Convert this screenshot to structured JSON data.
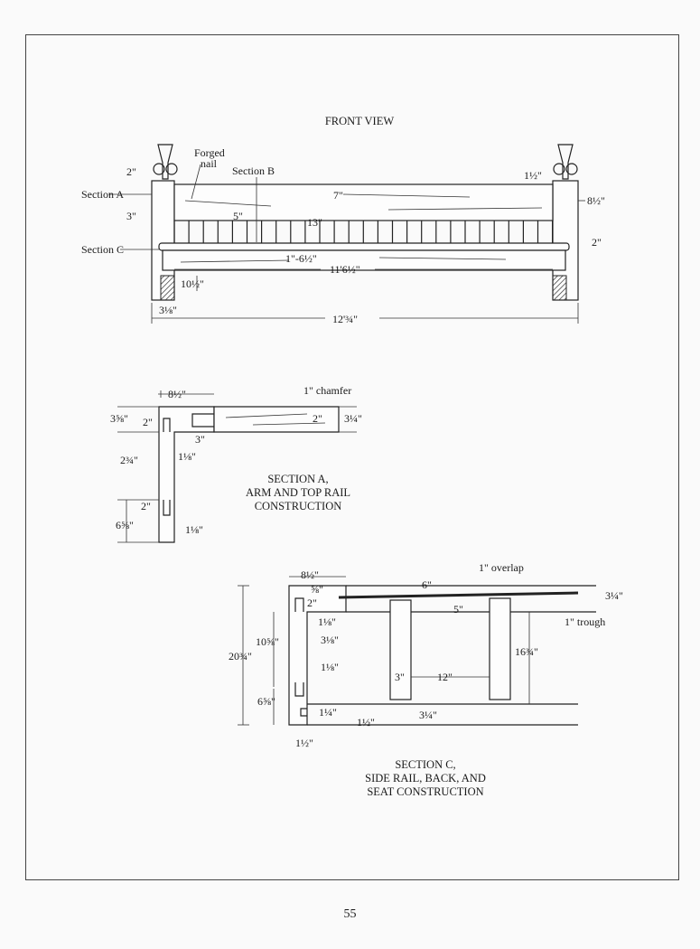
{
  "page_number": "55",
  "front_view": {
    "title": "FRONT VIEW",
    "labels": {
      "forged_nail_1": "Forged",
      "forged_nail_2": "nail",
      "section_b": "Section B",
      "section_a": "Section A",
      "section_c": "Section C",
      "d_2_top": "2\"",
      "d_3": "3\"",
      "d_7": "7\"",
      "d_5": "5\"",
      "d_13": "13\"",
      "d_1_6half": "1\"-6½\"",
      "d_11_6half": "11'6½\"",
      "d_10half": "10½\"",
      "d_3_1_8": "3⅛\"",
      "d_12_3_4": "12'¾\"",
      "d_1half": "1½\"",
      "d_8half": "8½\"",
      "d_2_right": "2\""
    }
  },
  "section_a": {
    "title_1": "SECTION A,",
    "title_2": "ARM AND TOP RAIL",
    "title_3": "CONSTRUCTION",
    "labels": {
      "d_8half": "8½\"",
      "chamfer": "1\" chamfer",
      "d_3_5_8": "3⅝\"",
      "d_2_top": "2\"",
      "d_2_rail": "2\"",
      "d_3_1_4": "3¼\"",
      "d_3": "3\"",
      "d_1_1_8_top": "1⅛\"",
      "d_2_3_4": "2¾\"",
      "d_2_bottom": "2\"",
      "d_6_5_8": "6⅝\"",
      "d_1_1_8_bottom": "1⅛\""
    }
  },
  "section_c": {
    "title_1": "SECTION C,",
    "title_2": "SIDE RAIL, BACK, AND",
    "title_3": "SEAT CONSTRUCTION",
    "labels": {
      "d_8half": "8½\"",
      "d_5_8": "⅝\"",
      "d_2": "2\"",
      "d_6": "6\"",
      "overlap": "1\" overlap",
      "d_5": "5\"",
      "d_3_1_4_right": "3¼\"",
      "trough": "1\" trough",
      "d_1_1_8_a": "1⅛\"",
      "d_3_1_8": "3⅛\"",
      "d_10_5_8": "10⅝\"",
      "d_20_3_4": "20¾\"",
      "d_1_1_8_b": "1⅛\"",
      "d_16_3_4": "16¾\"",
      "d_3": "3\"",
      "d_12": "12\"",
      "d_6_5_8": "6⅝\"",
      "d_1_1_4": "1¼\"",
      "d_1half_a": "1½\"",
      "d_3_1_4_bottom": "3¼\"",
      "d_1half_b": "1½\""
    }
  }
}
